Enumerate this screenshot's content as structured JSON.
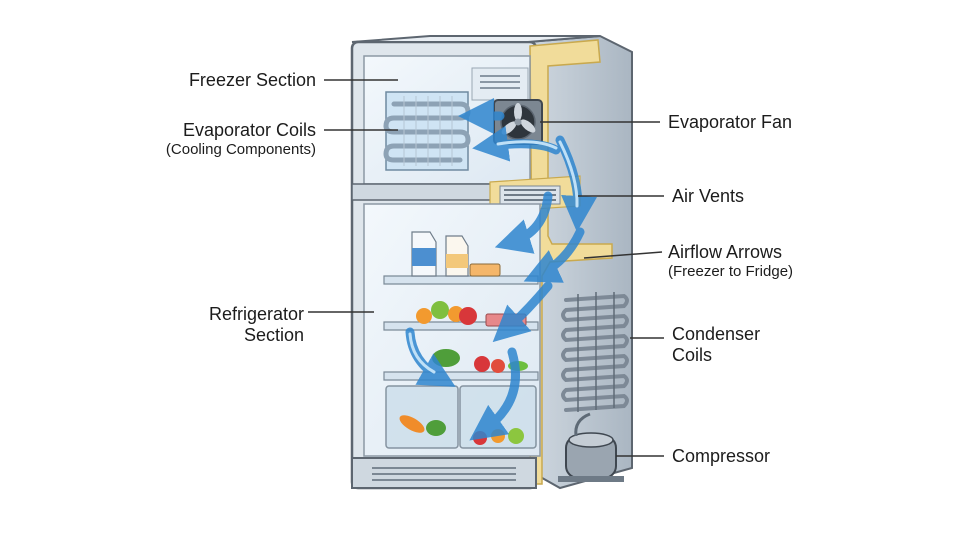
{
  "labels": {
    "freezer_section": "Freezer Section",
    "evaporator_coils": "Evaporator Coils",
    "evaporator_coils_sub": "(Cooling Components)",
    "refrigerator_section_line1": "Refrigerator",
    "refrigerator_section_line2": "Section",
    "evaporator_fan": "Evaporator Fan",
    "air_vents": "Air Vents",
    "airflow_arrows": "Airflow Arrows",
    "airflow_arrows_sub": "(Freezer to Fridge)",
    "condenser_coils_line1": "Condenser",
    "condenser_coils_line2": "Coils",
    "compressor": "Compressor"
  },
  "colors": {
    "cabinet_outline": "#5d6670",
    "cabinet_fill": "#dfe6ec",
    "interior": "#edf4fa",
    "insulation": "#f1dc9a",
    "airflow": "#2f86cf",
    "coil": "#8da2b5",
    "leader_line": "#333333"
  }
}
